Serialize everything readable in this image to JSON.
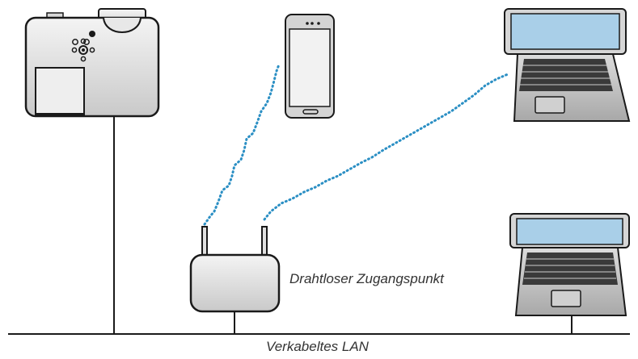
{
  "labels": {
    "access_point": "Drahtloser Zugangspunkt",
    "wired_lan": "Verkabeltes LAN"
  },
  "devices": [
    {
      "name": "projector",
      "connection": "wired"
    },
    {
      "name": "smartphone",
      "connection": "wireless"
    },
    {
      "name": "laptop",
      "connection": "wireless"
    },
    {
      "name": "wireless-access-point",
      "connection": "wired"
    },
    {
      "name": "laptop",
      "connection": "wired"
    }
  ],
  "colors": {
    "wireless_link": "#2b8fc4",
    "cable": "#1a1a1a",
    "screen": "#a9cfe8",
    "device_body": "#e6e6e6",
    "keyboard": "#3a3a3a"
  }
}
